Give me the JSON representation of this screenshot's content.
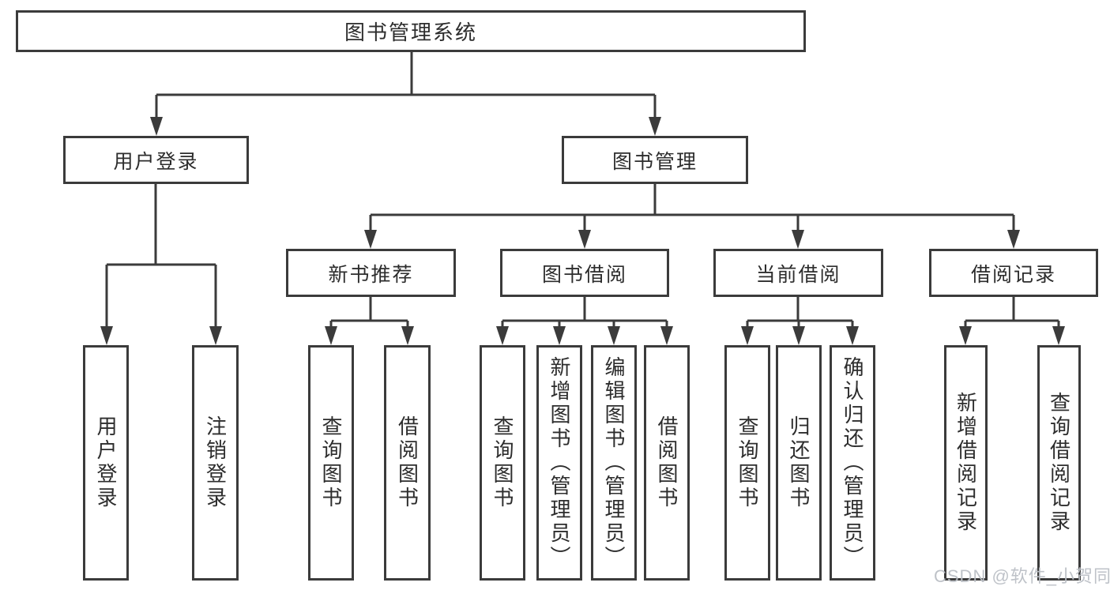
{
  "diagram_title": "图书管理系统",
  "tree": {
    "root": {
      "label": "图书管理系统"
    },
    "children": [
      {
        "label": "用户登录",
        "children": [
          {
            "label": "用户登录"
          },
          {
            "label": "注销登录"
          }
        ]
      },
      {
        "label": "图书管理",
        "children": [
          {
            "label": "新书推荐",
            "children": [
              {
                "label": "查询图书"
              },
              {
                "label": "借阅图书"
              }
            ]
          },
          {
            "label": "图书借阅",
            "children": [
              {
                "label": "查询图书"
              },
              {
                "label": "新增图书（管理员）"
              },
              {
                "label": "编辑图书（管理员）"
              },
              {
                "label": "借阅图书"
              }
            ]
          },
          {
            "label": "当前借阅",
            "children": [
              {
                "label": "查询图书"
              },
              {
                "label": "归还图书"
              },
              {
                "label": "确认归还（管理员）"
              }
            ]
          },
          {
            "label": "借阅记录",
            "children": [
              {
                "label": "新增借阅记录"
              },
              {
                "label": "查询借阅记录"
              }
            ]
          }
        ]
      }
    ]
  },
  "watermark": "CSDN @软件_小贺同学",
  "colors": {
    "line": "#3b3b3b",
    "text": "#2d2d2d",
    "background": "#ffffff",
    "watermark": "#babfc5"
  }
}
